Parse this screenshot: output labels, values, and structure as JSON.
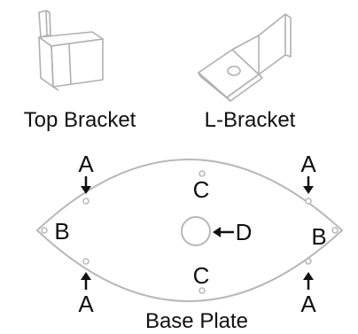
{
  "parts": {
    "top_bracket": {
      "label": "Top Bracket"
    },
    "l_bracket": {
      "label": "L-Bracket"
    },
    "base_plate": {
      "label": "Base Plate",
      "hole_labels": {
        "a_top_left": "A",
        "a_top_right": "A",
        "a_bottom_left": "A",
        "a_bottom_right": "A",
        "b_left": "B",
        "b_right": "B",
        "c_top": "C",
        "c_bottom": "C",
        "d_center": "D"
      }
    }
  },
  "colors": {
    "line": "#b8b8b8",
    "text": "#111111",
    "arrow": "#111111"
  }
}
